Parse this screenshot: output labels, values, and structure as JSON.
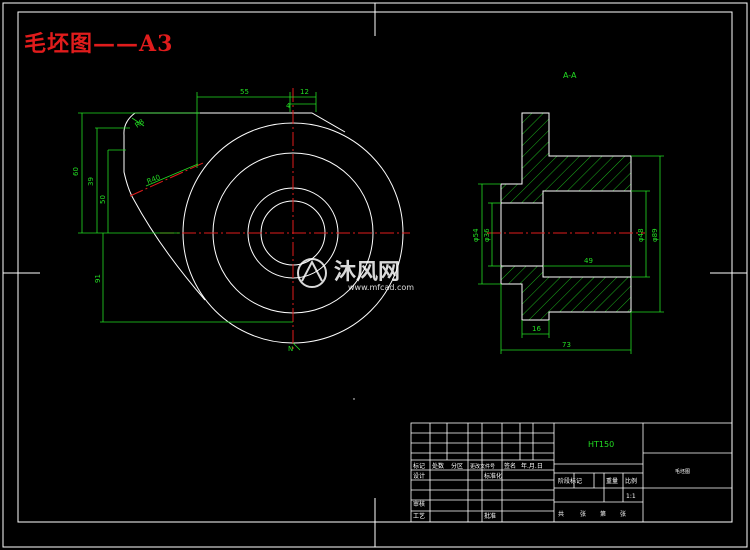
{
  "title": "毛坯图——A3",
  "section_label": "A-A",
  "dimensions": {
    "d55": "55",
    "d12": "12",
    "d4": "4",
    "d60": "60",
    "d39": "39",
    "d50": "50",
    "r8": "R8",
    "r40": "R40",
    "d91": "91",
    "n": "N",
    "phi54": "φ54",
    "phi36": "φ36",
    "d49": "49",
    "phi48": "φ48",
    "phi89": "φ89",
    "d16": "16",
    "d73": "73"
  },
  "title_block": {
    "material": "HT150",
    "part_name": "毛坯图",
    "headers": [
      "标记",
      "处数",
      "分区",
      "更改文件号",
      "签名",
      "年.月.日"
    ],
    "design": "设计",
    "standardize": "标准化",
    "stage_label": "阶段标记",
    "weight": "重量",
    "scale_label": "比例",
    "scale": "1:1",
    "review": "审核",
    "process": "工艺",
    "approve": "批准",
    "sheet_total": "共",
    "sheet_no": "张",
    "sheet_of": "第",
    "sheet_no2": "张"
  },
  "watermark": {
    "brand": "沐风网",
    "url": "www.mfcad.com"
  },
  "colors": {
    "dimension": "#22dd22",
    "outline": "#ffffff",
    "centerline": "#e01c1c",
    "hatch": "#22dd22"
  }
}
